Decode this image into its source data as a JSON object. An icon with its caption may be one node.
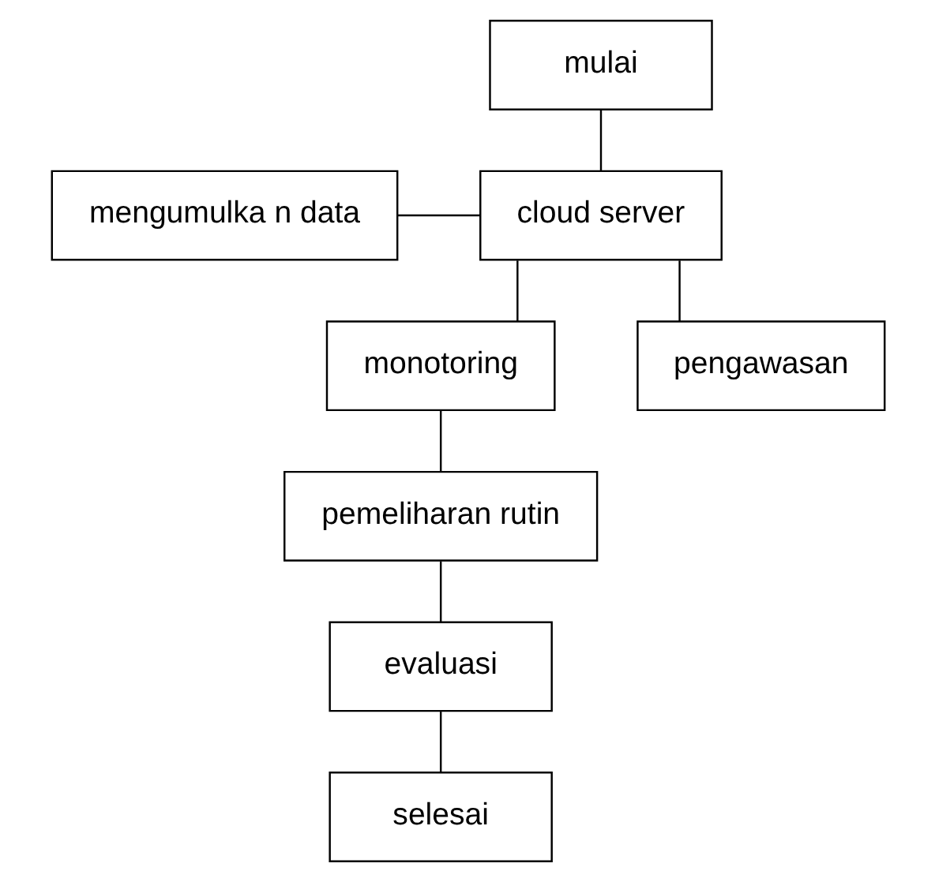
{
  "diagram": {
    "nodes": [
      {
        "text": [
          "mulai"
        ]
      },
      {
        "text": [
          "mengumulka n data"
        ]
      },
      {
        "text": [
          "cloud server"
        ]
      },
      {
        "text": [
          "monotoring"
        ]
      },
      {
        "text": [
          "pengawasan"
        ]
      },
      {
        "text": [
          "pemeliharan rutin"
        ]
      },
      {
        "text": [
          "evaluasi"
        ]
      },
      {
        "text": [
          "selesai"
        ]
      }
    ],
    "edges": [
      {
        "from": 0,
        "to": 2,
        "arrow": "none"
      },
      {
        "from": 1,
        "to": 2,
        "arrow": "none"
      },
      {
        "from": 2,
        "to": 3,
        "arrow": "none"
      },
      {
        "from": 2,
        "to": 4,
        "arrow": "none"
      },
      {
        "from": 3,
        "to": 5,
        "arrow": "none"
      },
      {
        "from": 5,
        "to": 6,
        "arrow": "none"
      },
      {
        "from": 6,
        "to": 7,
        "arrow": "none"
      }
    ]
  }
}
